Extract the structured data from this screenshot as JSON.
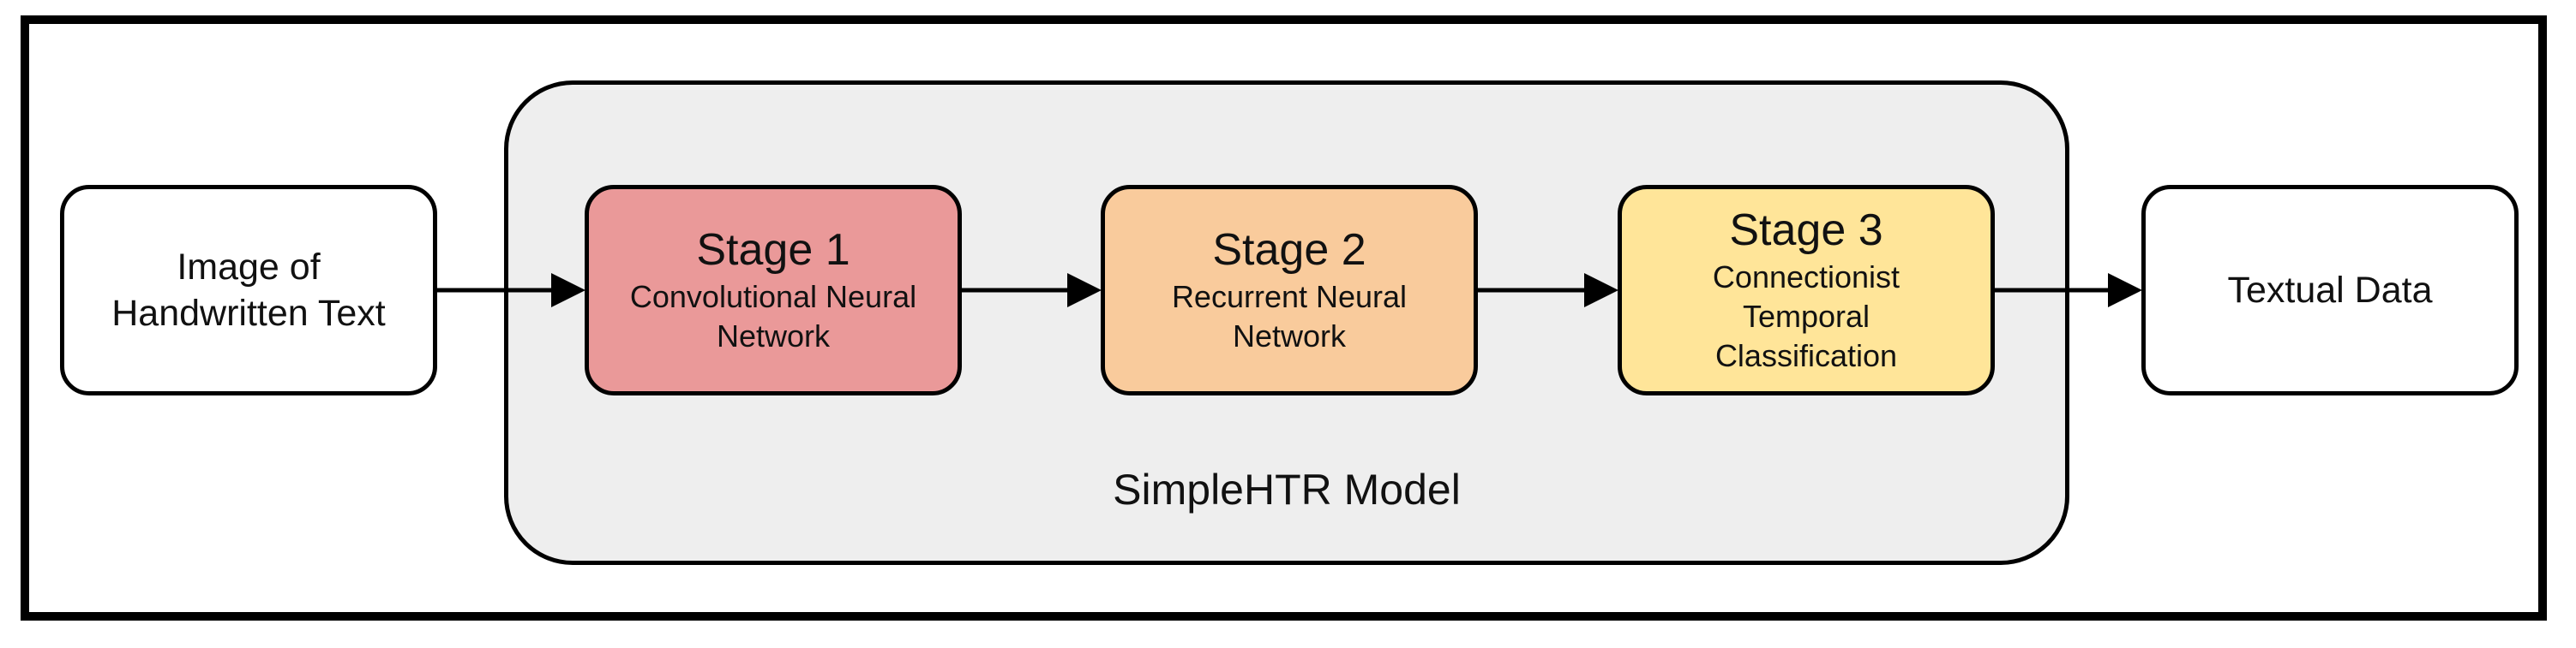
{
  "diagram": {
    "input": {
      "label": "Image of\nHandwritten Text"
    },
    "model": {
      "label": "SimpleHTR Model",
      "stages": [
        {
          "title": "Stage 1",
          "description": "Convolutional Neural\nNetwork",
          "color": "#ea9999"
        },
        {
          "title": "Stage 2",
          "description": "Recurrent Neural\nNetwork",
          "color": "#f9cb9c"
        },
        {
          "title": "Stage 3",
          "description": "Connectionist\nTemporal\nClassification",
          "color": "#ffe599"
        }
      ]
    },
    "output": {
      "label": "Textual Data"
    },
    "group_fill": "#eeeeee",
    "border_color": "#000000"
  }
}
